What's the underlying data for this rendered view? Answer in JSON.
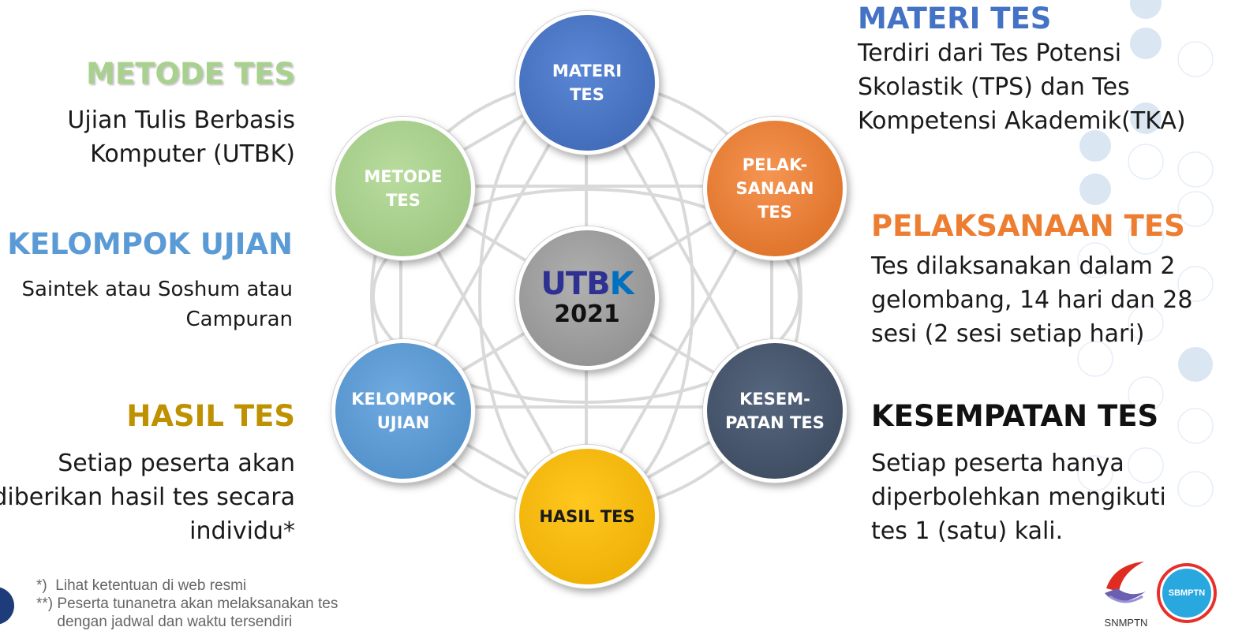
{
  "center": {
    "title_part1": "UTB",
    "title_part2": "K",
    "year": "2021"
  },
  "nodes": [
    {
      "id": "materi",
      "label": "MATERI\nTES",
      "color": "#4472c4"
    },
    {
      "id": "pelaksanaan",
      "label": "PELAK-\nSANAAN\nTES",
      "color": "#ed7d31"
    },
    {
      "id": "kesempatan",
      "label": "KESEM-\nPATAN TES",
      "color": "#44546a"
    },
    {
      "id": "hasil",
      "label": "HASIL TES",
      "color": "#f5b800",
      "text_color": "#1a1a1a"
    },
    {
      "id": "kelompok",
      "label": "KELOMPOK\nUJIAN",
      "color": "#5b9bd5"
    },
    {
      "id": "metode",
      "label": "METODE\nTES",
      "color": "#a9d18e"
    }
  ],
  "descriptions": {
    "metode": {
      "heading": "METODE TES",
      "color": "#a9d18e",
      "lines": [
        "Ujian Tulis Berbasis",
        "Komputer (UTBK)"
      ]
    },
    "kelompok": {
      "heading": "KELOMPOK UJIAN",
      "color": "#5b9bd5",
      "lines": [
        "Saintek atau Soshum atau",
        "Campuran"
      ]
    },
    "hasil": {
      "heading": "HASIL TES",
      "color": "#bf9000",
      "lines": [
        "Setiap peserta akan",
        "diberikan hasil tes secara",
        "individu*"
      ]
    },
    "materi": {
      "heading": "MATERI TES",
      "color": "#4472c4",
      "lines": [
        "Terdiri dari Tes Potensi",
        "Skolastik (TPS) dan Tes",
        "Kompetensi Akademik(TKA)"
      ]
    },
    "pelaksanaan": {
      "heading": "PELAKSANAAN TES",
      "color": "#ed7d31",
      "lines": [
        "Tes dilaksanakan dalam 2",
        "gelombang, 14 hari dan 28",
        "sesi (2 sesi setiap hari)"
      ]
    },
    "kesempatan": {
      "heading": "KESEMPATAN TES",
      "color": "#111111",
      "lines": [
        "Setiap peserta hanya",
        "diperbolehkan mengikuti",
        "tes 1 (satu) kali."
      ]
    }
  },
  "footnotes": [
    "*)  Lihat ketentuan di web resmi",
    "**) Peserta tunanetra akan melaksanakan tes",
    "     dengan jadwal dan waktu tersendiri"
  ],
  "logos": {
    "snmptn": "SNMPTN",
    "sbmptn": "SBMPTN"
  },
  "colors": {
    "utbk_dark": "#2f3192",
    "utbk_light": "#0070c0",
    "connector": "#d9d9d9"
  }
}
